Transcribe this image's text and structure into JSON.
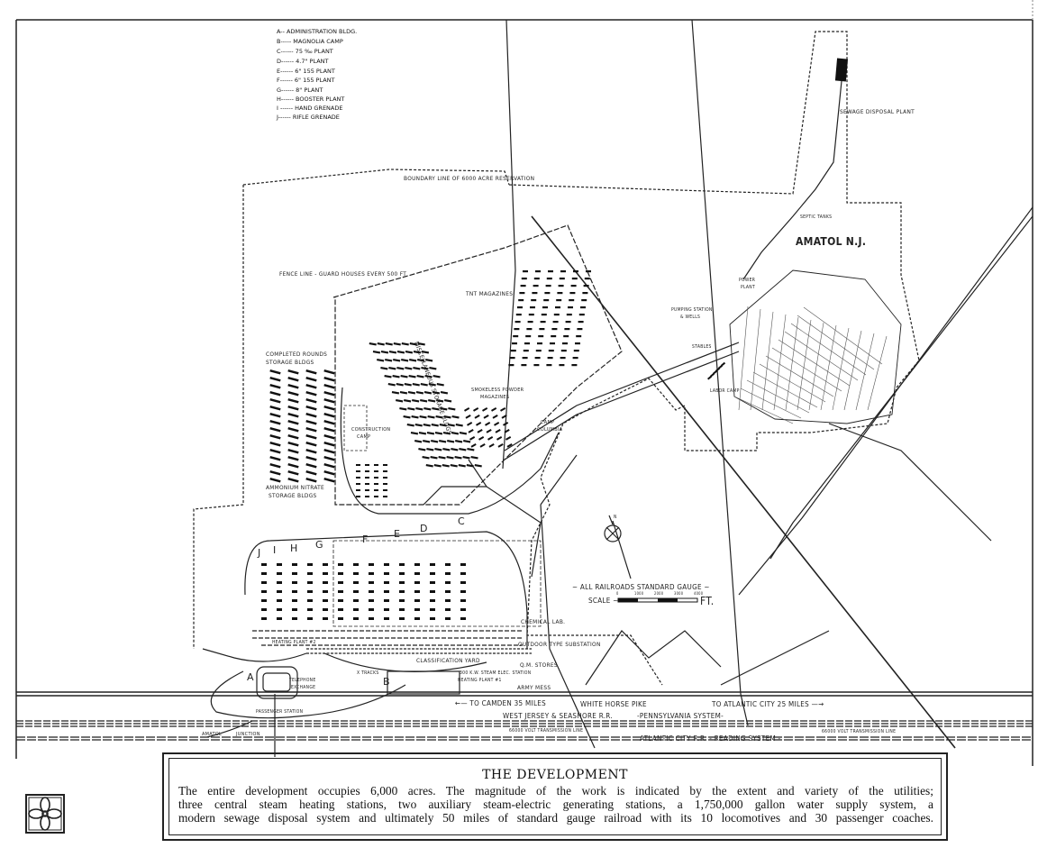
{
  "legend": [
    "A-- ADMINISTRATION BLDG.",
    "B----- MAGNOLIA CAMP",
    "C------ 75 ‰ PLANT",
    "D------ 4.7\" PLANT",
    "E------ 6\" 155 PLANT",
    "F------ 6\" 155 PLANT",
    "G------ 8\" PLANT",
    "H------ BOOSTER PLANT",
    "I ------ HAND GRENADE",
    "J------ RIFLE GRENADE"
  ],
  "labels": {
    "boundary": "BOUNDARY LINE OF 6000 ACRE RESERVATION",
    "sewage": "SEWAGE DISPOSAL PLANT",
    "septic": "SEPTIC TANKS",
    "town": "AMATOL N.J.",
    "power_1": "POWER",
    "power_2": "PLANT",
    "pumping_1": "PUMPING STATION",
    "pumping_2": "& WELLS",
    "stables": "STABLES",
    "labor_camp": "LABOR CAMP",
    "fence": "FENCE LINE - GUARD HOUSES EVERY 500 FT",
    "tnt": "TNT MAGAZINES",
    "completed_1": "COMPLETED ROUNDS",
    "completed_2": "STORAGE BLDGS",
    "misc": "MISCELLANEOUS STORAGE BLDGS",
    "smokeless_1": "SMOKELESS POWDER",
    "smokeless_2": "MAGAZINES",
    "camp_columbia_1": "CAMP",
    "camp_columbia_2": "COLUMBIA",
    "construction_1": "CONSTRUCTION",
    "construction_2": "CAMP",
    "ammonium_1": "AMMONIUM NITRATE",
    "ammonium_2": "STORAGE BLDGS",
    "chemical_lab": "CHEMICAL LAB.",
    "substation": "OUTDOOR TYPE SUBSTATION",
    "heating_2": "HEATING PLANT #2",
    "classification": "CLASSIFICATION YARD",
    "x_tracks": "X TRACKS",
    "qm_stores": "Q.M. STORES",
    "steam_station": "300 K.W. STEAM ELEC. STATION",
    "heating_1": "HEATING PLANT #1",
    "army_mess": "ARMY MESS",
    "telephone_1": "TELEPHONE",
    "telephone_2": "EXCHANGE",
    "passenger": "PASSENGER STATION",
    "amatol": "AMATOL",
    "junction": "JUNCTION",
    "camden": "←— TO CAMDEN 35 MILES",
    "pike": "WHITE HORSE PIKE",
    "atlantic": "TO ATLANTIC CITY 25 MILES —→",
    "west_jersey": "WEST JERSEY & SEASHORE R.R.",
    "penn": "-PENNSYLVANIA SYSTEM-",
    "transmission_1": "66000 VOLT TRANSMISSION LINE",
    "transmission_2": "66000 VOLT TRANSMISSION LINE",
    "reading": "ATLANTIC CITY R.R. - READING SYSTEM -",
    "gauge": "~ ALL RAILROADS STANDARD GAUGE ~",
    "scale": "SCALE ~",
    "ft": "FT.",
    "north": "N",
    "a": "A",
    "b": "B",
    "plant_letters": [
      "J",
      "I",
      "H",
      "G",
      "F",
      "E",
      "D",
      "C"
    ]
  },
  "scale_ticks": [
    "0",
    "1000",
    "2000",
    "3000",
    "4000"
  ],
  "caption": {
    "title": "THE DEVELOPMENT",
    "lines": [
      "The entire development occupies 6,000 acres.  The magnitude of the work is indicated by the extent and variety of the utilities;",
      "three central steam heating stations, two auxiliary steam-electric generating stations, a 1,750,000 gallon water supply system, a",
      "modern sewage disposal system and ultimately 50 miles of standard gauge railroad with its 10 locomotives and 30 passenger coaches."
    ]
  }
}
